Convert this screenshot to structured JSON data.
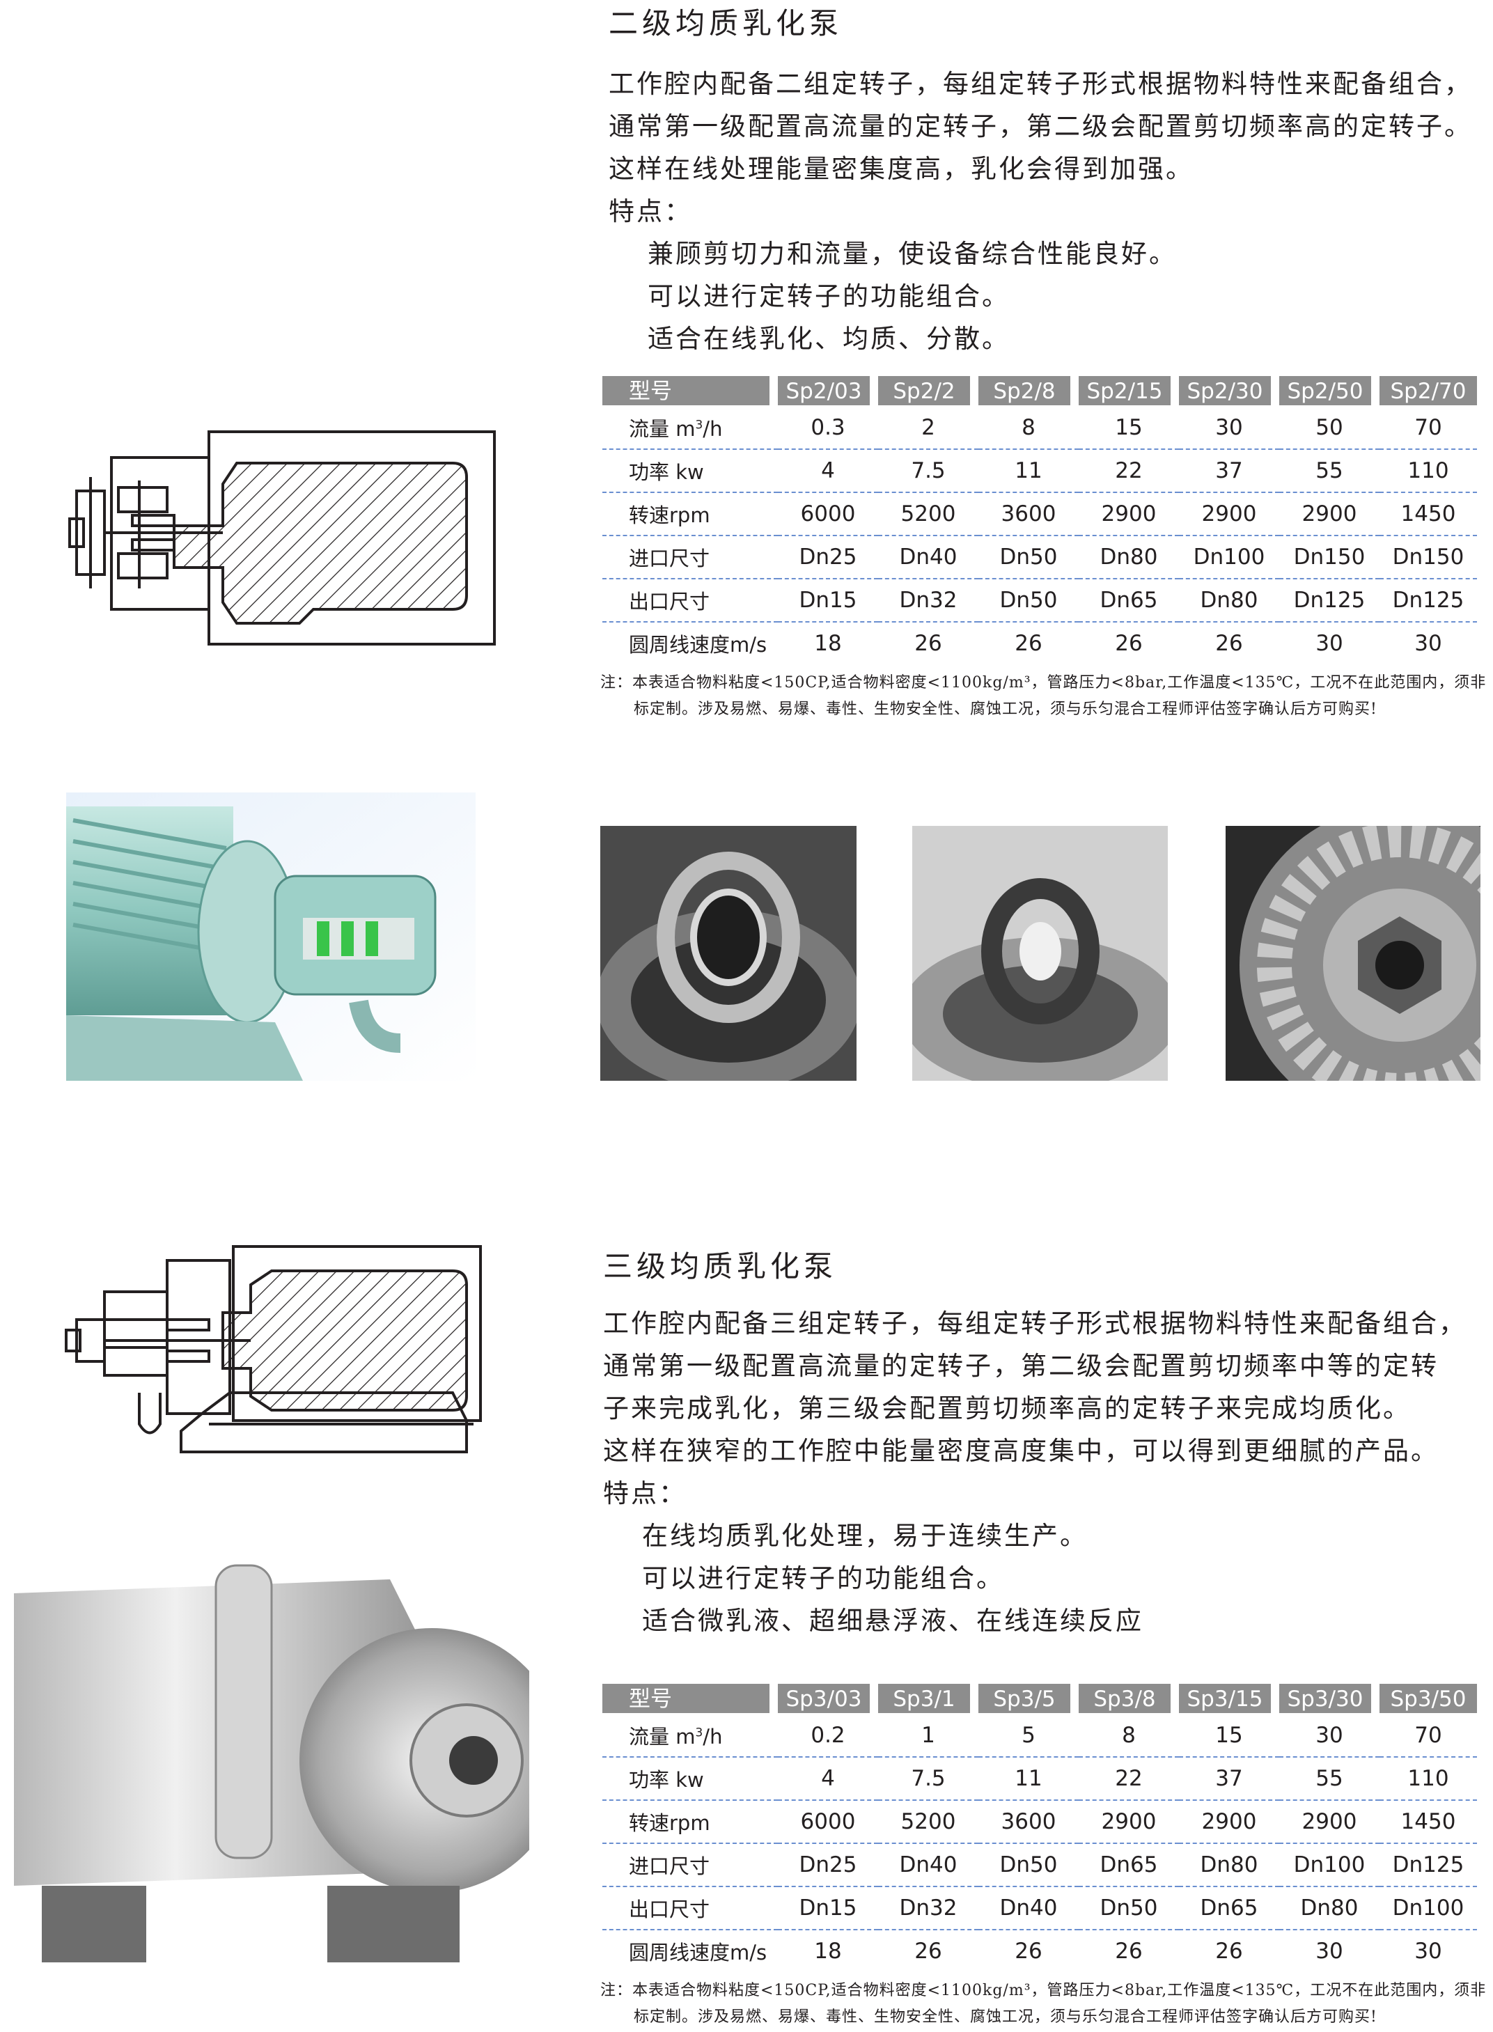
{
  "section1": {
    "title": "二级均质乳化泵",
    "desc": [
      "工作腔内配备二组定转子，每组定转子形式根据物料特性来配备组合，",
      "通常第一级配置高流量的定转子，第二级会配置剪切频率高的定转子。",
      "这样在线处理能量密集度高，乳化会得到加强。"
    ],
    "features_label": "特点：",
    "features": [
      "兼顾剪切力和流量，使设备综合性能良好。",
      "可以进行定转子的功能组合。",
      "适合在线乳化、均质、分散。"
    ],
    "table": {
      "header_label": "型号",
      "models": [
        "Sp2/03",
        "Sp2/2",
        "Sp2/8",
        "Sp2/15",
        "Sp2/30",
        "Sp2/50",
        "Sp2/70"
      ],
      "rows": [
        {
          "label": "流量 m",
          "sup": "3",
          "suffix": "/h",
          "values": [
            "0.3",
            "2",
            "8",
            "15",
            "30",
            "50",
            "70"
          ]
        },
        {
          "label": "功率 kw",
          "values": [
            "4",
            "7.5",
            "11",
            "22",
            "37",
            "55",
            "110"
          ]
        },
        {
          "label": "转速rpm",
          "values": [
            "6000",
            "5200",
            "3600",
            "2900",
            "2900",
            "2900",
            "1450"
          ]
        },
        {
          "label": "进口尺寸",
          "values": [
            "Dn25",
            "Dn40",
            "Dn50",
            "Dn80",
            "Dn100",
            "Dn150",
            "Dn150"
          ]
        },
        {
          "label": "出口尺寸",
          "values": [
            "Dn15",
            "Dn32",
            "Dn50",
            "Dn65",
            "Dn80",
            "Dn125",
            "Dn125"
          ]
        },
        {
          "label": "圆周线速度m/s",
          "values": [
            "18",
            "26",
            "26",
            "26",
            "26",
            "30",
            "30"
          ]
        }
      ]
    },
    "note": [
      "注：本表适合物料粘度<150CP,适合物料密度<1100kg/m³，管路压力<8bar,工作温度<135℃，工况不在此范围内，须非",
      "标定制。涉及易燃、易爆、毒性、生物安全性、腐蚀工况，须与乐匀混合工程师评估签字确认后方可购买!"
    ]
  },
  "section2": {
    "title": "三级均质乳化泵",
    "desc": [
      "工作腔内配备三组定转子，每组定转子形式根据物料特性来配备组合，",
      "通常第一级配置高流量的定转子，第二级会配置剪切频率中等的定转",
      "子来完成乳化，第三级会配置剪切频率高的定转子来完成均质化。",
      "这样在狭窄的工作腔中能量密度高度集中，可以得到更细腻的产品。"
    ],
    "features_label": "特点：",
    "features": [
      "在线均质乳化处理，易于连续生产。",
      "可以进行定转子的功能组合。",
      "适合微乳液、超细悬浮液、在线连续反应"
    ],
    "table": {
      "header_label": "型号",
      "models": [
        "Sp3/03",
        "Sp3/1",
        "Sp3/5",
        "Sp3/8",
        "Sp3/15",
        "Sp3/30",
        "Sp3/50"
      ],
      "rows": [
        {
          "label": "流量 m",
          "sup": "3",
          "suffix": "/h",
          "values": [
            "0.2",
            "1",
            "5",
            "8",
            "15",
            "30",
            "70"
          ]
        },
        {
          "label": "功率 kw",
          "values": [
            "4",
            "7.5",
            "11",
            "22",
            "37",
            "55",
            "110"
          ]
        },
        {
          "label": "转速rpm",
          "values": [
            "6000",
            "5200",
            "3600",
            "2900",
            "2900",
            "2900",
            "1450"
          ]
        },
        {
          "label": "进口尺寸",
          "values": [
            "Dn25",
            "Dn40",
            "Dn50",
            "Dn65",
            "Dn80",
            "Dn100",
            "Dn125"
          ]
        },
        {
          "label": "出口尺寸",
          "values": [
            "Dn15",
            "Dn32",
            "Dn40",
            "Dn50",
            "Dn65",
            "Dn80",
            "Dn100"
          ]
        },
        {
          "label": "圆周线速度m/s",
          "values": [
            "18",
            "26",
            "26",
            "26",
            "26",
            "30",
            "30"
          ]
        }
      ]
    },
    "note": [
      "注：本表适合物料粘度<150CP,适合物料密度<1100kg/m³，管路压力<8bar,工作温度<135℃，工况不在此范围内，须非",
      "标定制。涉及易燃、易爆、毒性、生物安全性、腐蚀工况，须与乐匀混合工程师评估签字确认后方可购买!"
    ]
  }
}
